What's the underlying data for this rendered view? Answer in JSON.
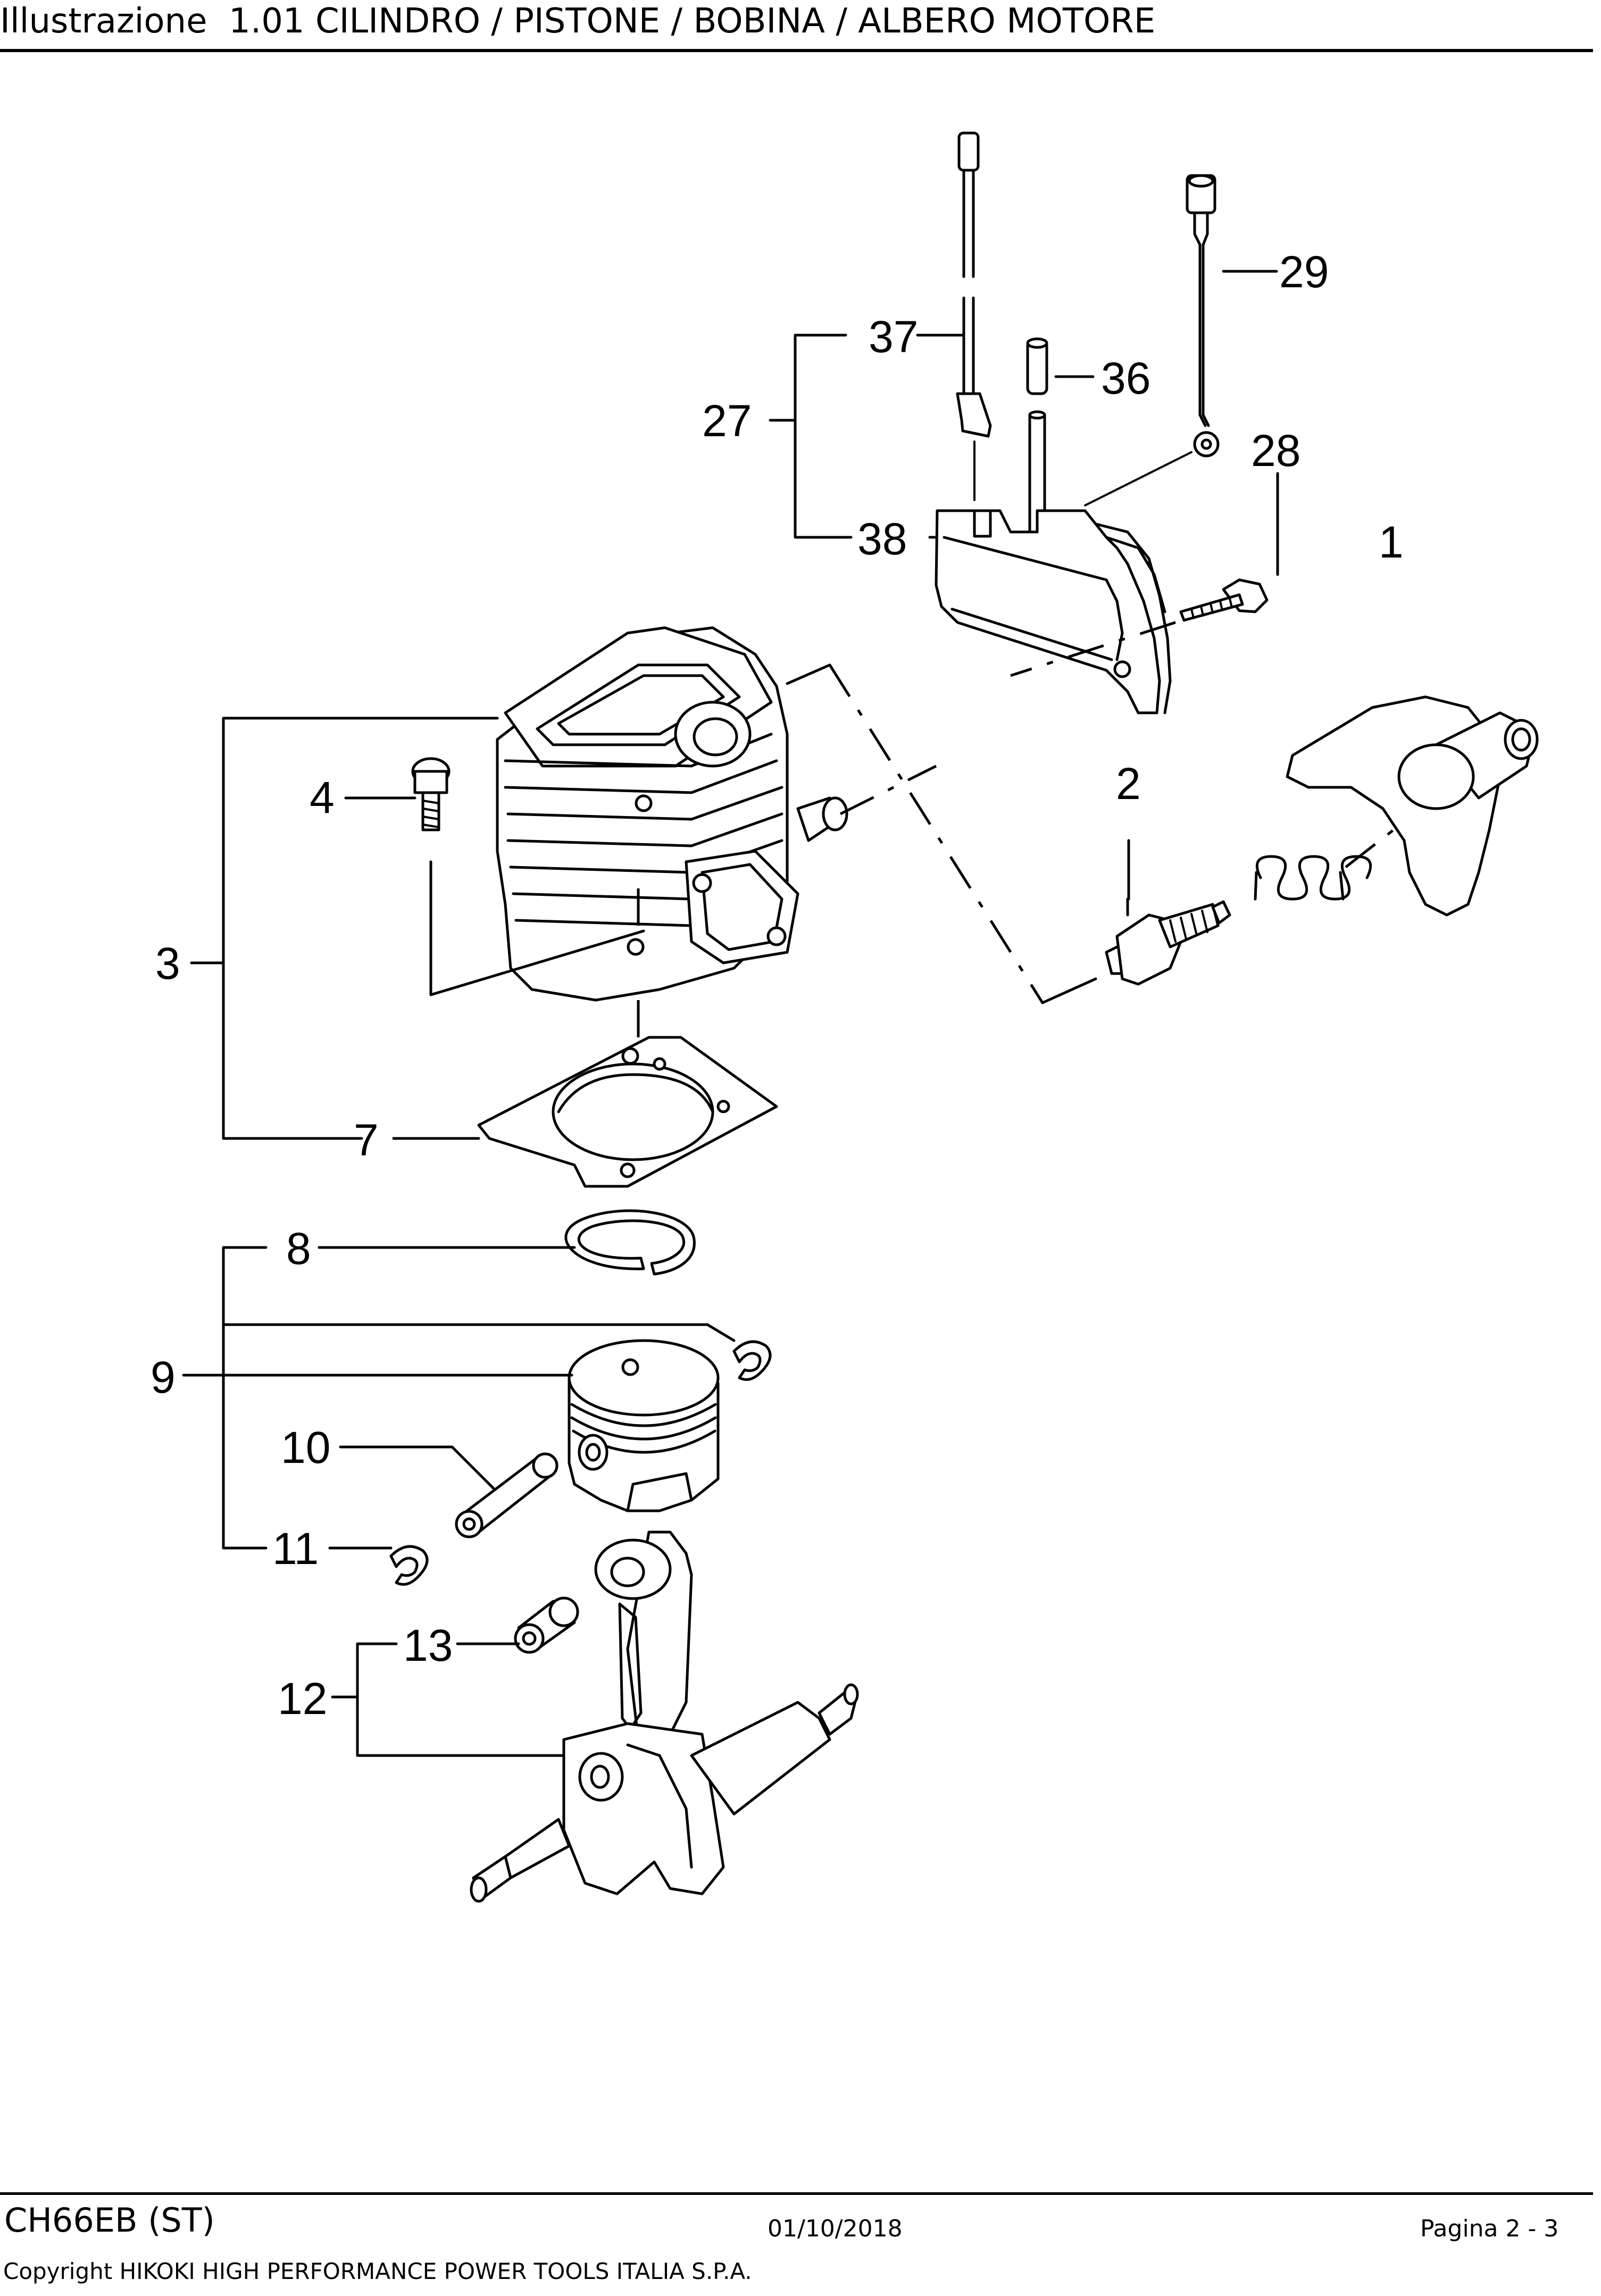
{
  "header": {
    "title": "Illustrazione  1.01 CILINDRO / PISTONE / BOBINA / ALBERO MOTORE"
  },
  "callouts": {
    "c1": "1",
    "c2": "2",
    "c3": "3",
    "c4": "4",
    "c7": "7",
    "c8": "8",
    "c9": "9",
    "c10": "10",
    "c11": "11",
    "c12": "12",
    "c13": "13",
    "c27": "27",
    "c28": "28",
    "c29": "29",
    "c36": "36",
    "c37": "37",
    "c38": "38"
  },
  "footer": {
    "model": "CH66EB (ST)",
    "date": "01/10/2018",
    "page": "Pagina 2 - 3",
    "copyright": "Copyright HIKOKI HIGH PERFORMANCE POWER TOOLS ITALIA S.P.A."
  }
}
